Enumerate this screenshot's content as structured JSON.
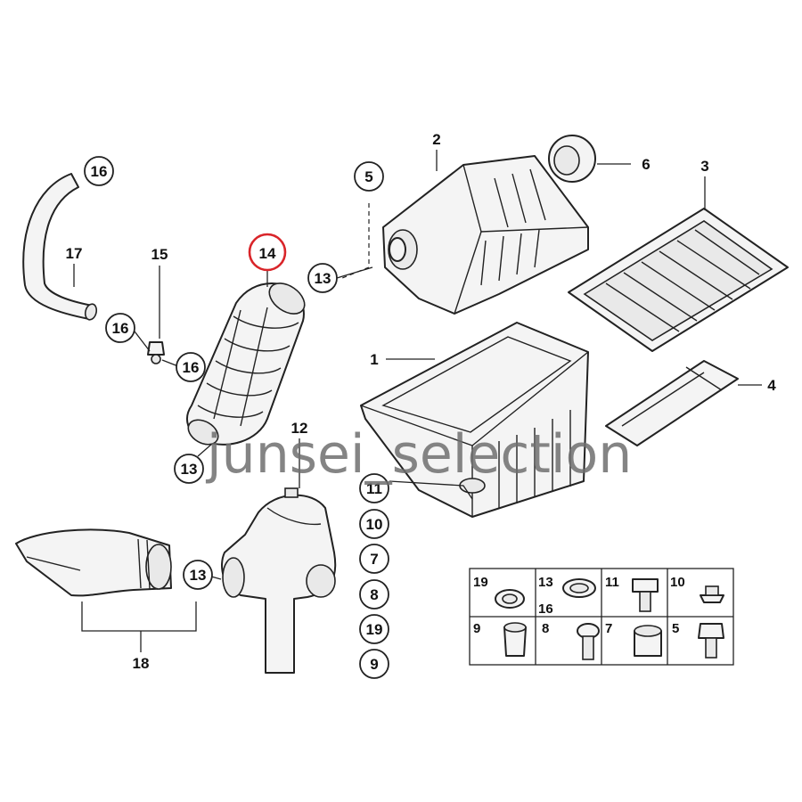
{
  "callouts": {
    "c1": "1",
    "c2": "2",
    "c3": "3",
    "c4": "4",
    "c5": "5",
    "c6": "6",
    "c12": "12",
    "c13a": "13",
    "c13b": "13",
    "c13c": "13",
    "c14": "14",
    "c15": "15",
    "c16a": "16",
    "c16b": "16",
    "c16c": "16",
    "c17": "17",
    "c18": "18",
    "s11": "11",
    "s10": "10",
    "s7": "7",
    "s8": "8",
    "s19": "19",
    "s9": "9"
  },
  "highlight": {
    "label": "14",
    "color": "#d9252a"
  },
  "hardware_grid": {
    "cells": [
      "19",
      "13",
      "16",
      "11",
      "10",
      "9",
      "8",
      "7",
      "5"
    ]
  },
  "watermark": "junsei_selection"
}
